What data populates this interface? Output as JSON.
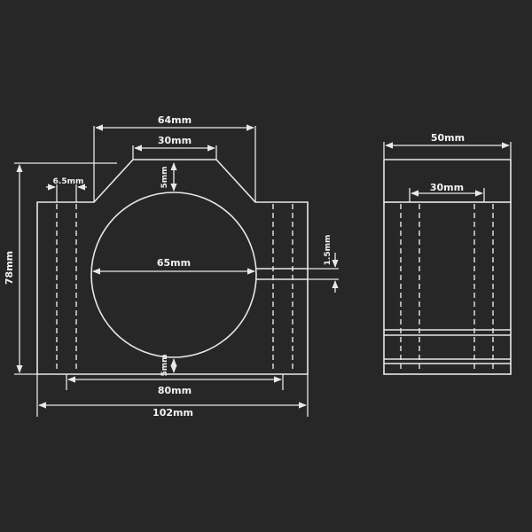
{
  "front_view": {
    "dim_top_width": "64mm",
    "dim_notch_width": "30mm",
    "dim_notch_depth": "5mm",
    "dim_slot_width": "6.5mm",
    "dim_bore_diameter": "65mm",
    "dim_gap": "1.5mm",
    "dim_bottom_wall": "5mm",
    "dim_hole_spacing": "80mm",
    "dim_total_width": "102mm",
    "dim_height": "78mm"
  },
  "side_view": {
    "dim_width": "50mm",
    "dim_inner_width": "30mm"
  }
}
